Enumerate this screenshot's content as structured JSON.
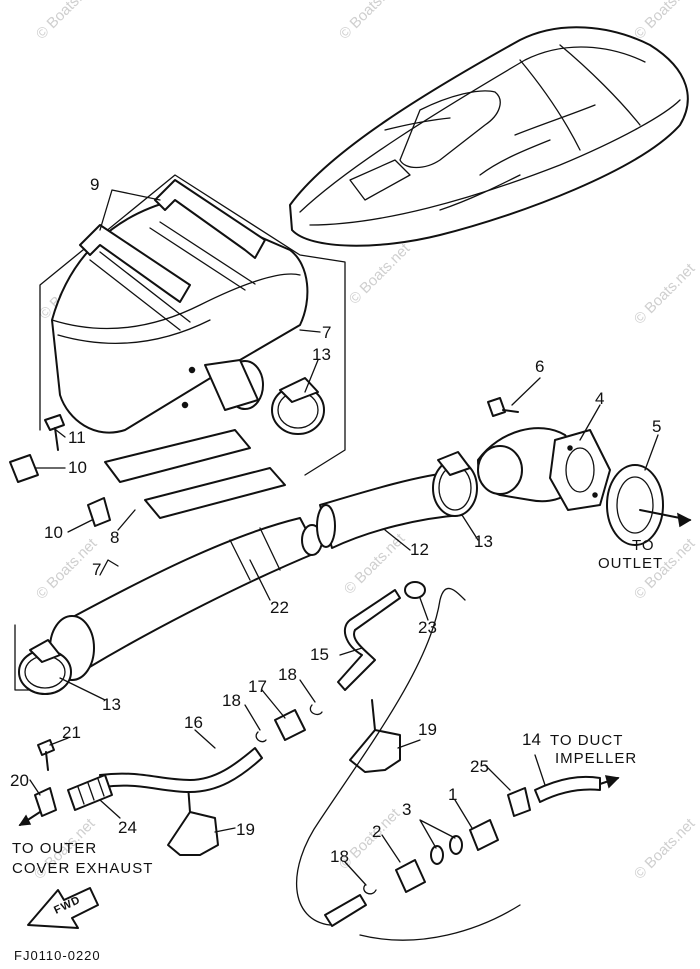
{
  "watermark": "© Boats.net",
  "callouts": [
    "1",
    "2",
    "3",
    "4",
    "5",
    "6",
    "7",
    "8",
    "9",
    "10",
    "10",
    "11",
    "12",
    "13",
    "13",
    "13",
    "14",
    "15",
    "16",
    "17",
    "18",
    "18",
    "18",
    "19",
    "19",
    "20",
    "21",
    "22",
    "23",
    "24",
    "25",
    "7"
  ],
  "labels": {
    "to_outlet_1": "TO",
    "to_outlet_2": "OUTLET",
    "to_duct_1": "TO DUCT",
    "to_duct_2": "IMPELLER",
    "to_outer_1": "TO OUTER",
    "to_outer_2": "COVER EXHAUST",
    "fwd": "FWD",
    "figure_code": "FJ0110-0220"
  }
}
